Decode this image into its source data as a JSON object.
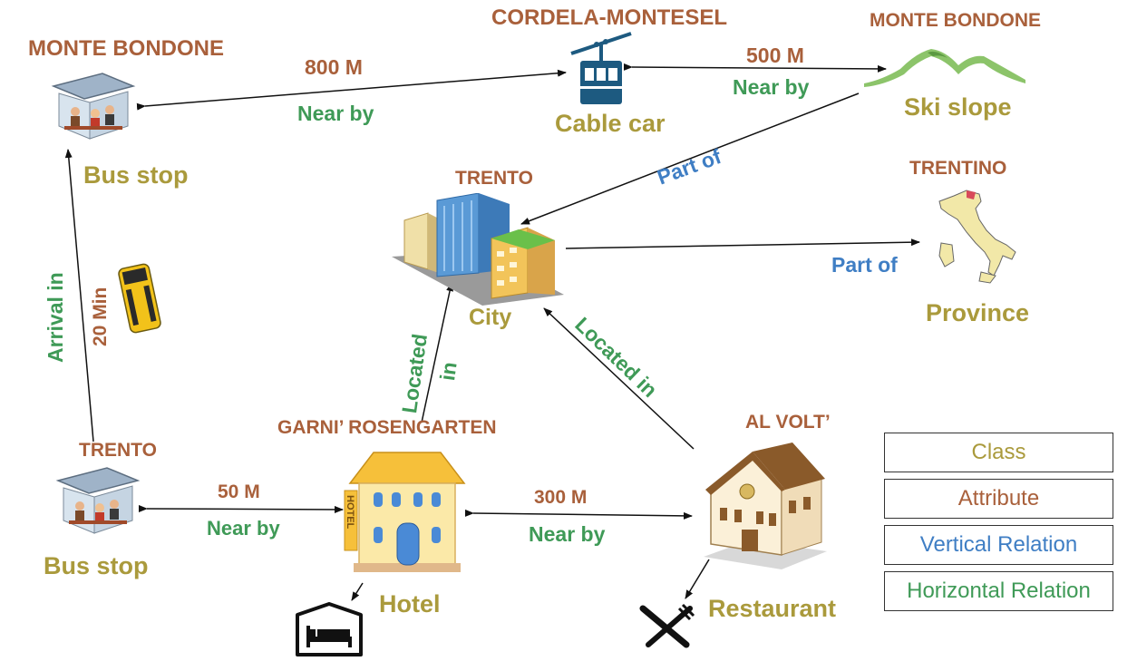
{
  "nodes": {
    "bus_stop_top": {
      "attribute": "MONTE BONDONE",
      "class": "Bus stop"
    },
    "cable_car": {
      "attribute": "CORDELA-MONTESEL",
      "class": "Cable car"
    },
    "ski_slope": {
      "attribute": "MONTE BONDONE",
      "class": "Ski slope"
    },
    "city": {
      "attribute": "TRENTO",
      "class": "City"
    },
    "province": {
      "attribute": "TRENTINO",
      "class": "Province"
    },
    "bus_stop_bottom": {
      "attribute": "TRENTO",
      "class": "Bus stop"
    },
    "hotel": {
      "attribute": "GARNI’ ROSENGARTEN",
      "class": "Hotel"
    },
    "restaurant": {
      "attribute": "AL VOLT’",
      "class": "Restaurant"
    }
  },
  "edges": {
    "bus_to_cable": {
      "distance": "800 M",
      "relation": "Near by"
    },
    "cable_to_ski": {
      "distance": "500 M",
      "relation": "Near by"
    },
    "ski_to_city": {
      "relation": "Part of"
    },
    "city_to_province": {
      "relation": "Part of"
    },
    "bus_arrival": {
      "relation": "Arrival in",
      "duration": "20 Min"
    },
    "hotel_to_city": {
      "relation_line1": "Located",
      "relation_line2": "in"
    },
    "restaurant_to_city": {
      "relation": "Located in"
    },
    "bus_to_hotel": {
      "distance": "50 M",
      "relation": "Near by"
    },
    "hotel_to_restaurant": {
      "distance": "300 M",
      "relation": "Near by"
    }
  },
  "hotel_sign": "HOTEL",
  "legend": {
    "class": "Class",
    "attribute": "Attribute",
    "vertical": "Vertical Relation",
    "horizontal": "Horizontal Relation"
  },
  "colors": {
    "class": "#aa9a3c",
    "attribute": "#a9603b",
    "vertical": "#3f7ec4",
    "horizontal": "#3f9a57"
  }
}
